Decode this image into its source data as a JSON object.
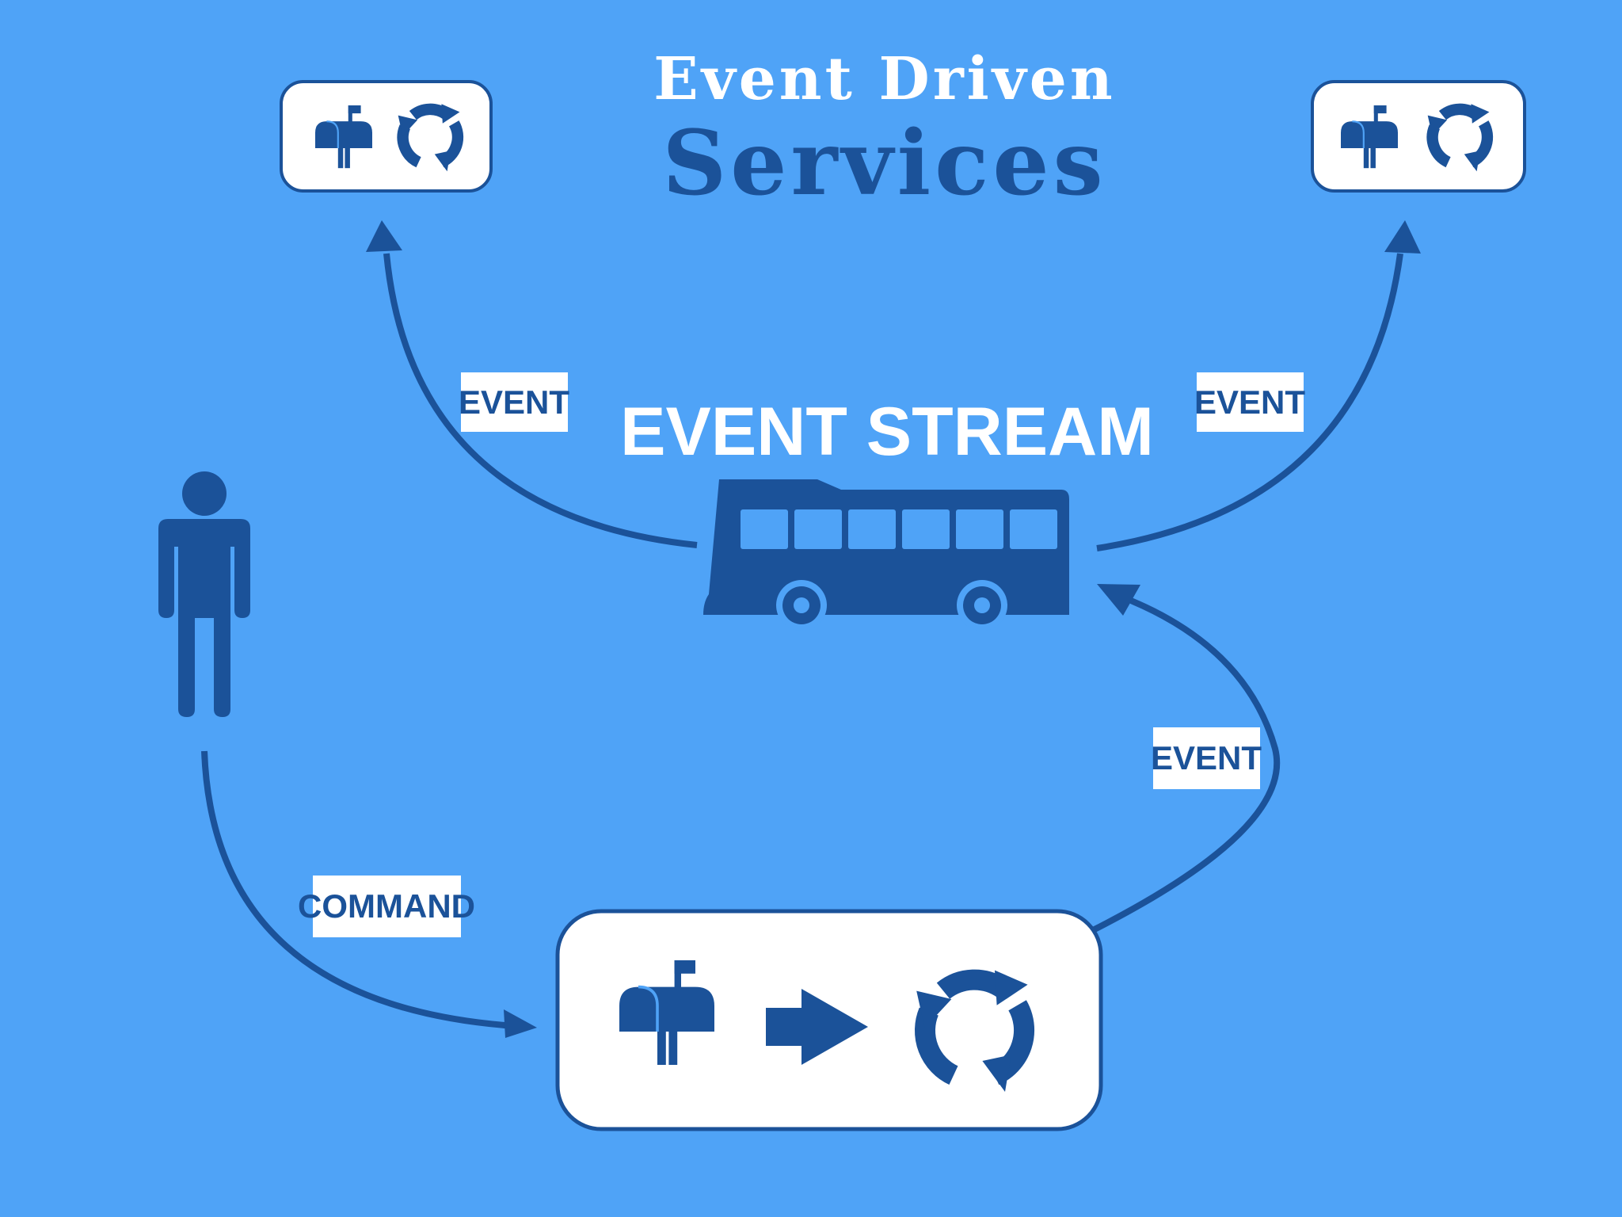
{
  "title": {
    "line1": "Event Driven",
    "line2": "Services"
  },
  "bus_label": "EVENT STREAM",
  "edge_labels": {
    "event_left": "EVENT",
    "event_right": "EVENT",
    "event_lower": "EVENT",
    "command": "COMMAND"
  },
  "icons": {
    "actor": "person-icon",
    "bus": "bus-icon",
    "inbox": "mailbox-icon",
    "process": "cycle-arrows-icon",
    "flow": "right-arrow-icon"
  },
  "colors": {
    "background": "#4fa3f7",
    "primary": "#1b5299",
    "card": "#ffffff"
  }
}
